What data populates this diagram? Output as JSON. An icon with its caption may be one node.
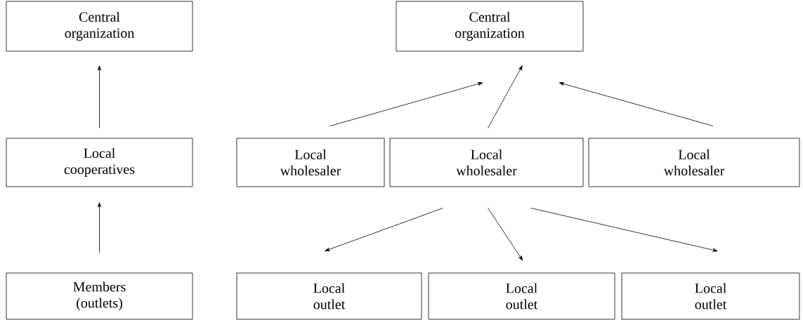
{
  "diagram": {
    "nodes": [
      {
        "text": [
          "Central organization"
        ]
      },
      {
        "text": [
          "Local cooperatives"
        ]
      },
      {
        "text": [
          "Members (outlets)"
        ]
      },
      {
        "text": [
          "Central organization"
        ]
      },
      {
        "text": [
          "Local wholesaler"
        ]
      },
      {
        "text": [
          "Local wholesaler"
        ]
      },
      {
        "text": [
          "Local wholesaler"
        ]
      },
      {
        "text": [
          "Local outlet"
        ]
      },
      {
        "text": [
          "Local outlet"
        ]
      },
      {
        "text": [
          "Local outlet"
        ]
      }
    ],
    "edges": [
      {
        "from": 1,
        "to": 0,
        "arrow": "to"
      },
      {
        "from": 2,
        "to": 1,
        "arrow": "to"
      },
      {
        "from": 4,
        "to": 3,
        "arrow": "to"
      },
      {
        "from": 5,
        "to": 3,
        "arrow": "to"
      },
      {
        "from": 6,
        "to": 3,
        "arrow": "to"
      },
      {
        "from": 5,
        "to": 7,
        "arrow": "to"
      },
      {
        "from": 5,
        "to": 8,
        "arrow": "to"
      },
      {
        "from": 5,
        "to": 9,
        "arrow": "to"
      }
    ]
  }
}
